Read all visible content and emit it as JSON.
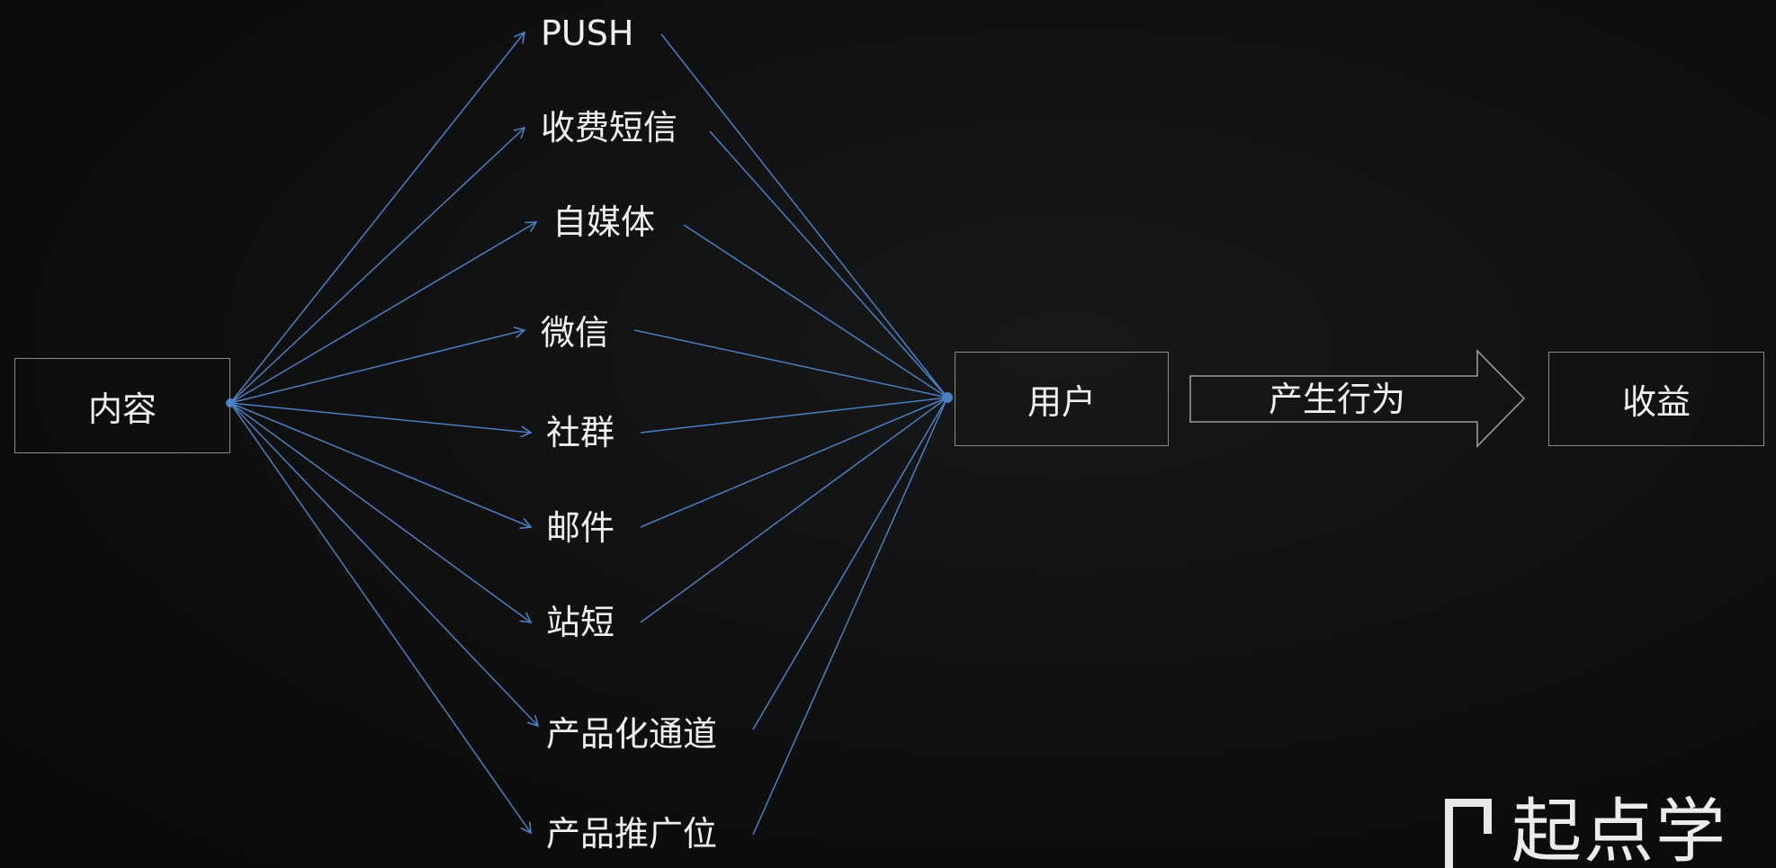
{
  "source_node": {
    "label": "内容"
  },
  "channels": [
    {
      "label": "PUSH"
    },
    {
      "label": "收费短信"
    },
    {
      "label": "自媒体"
    },
    {
      "label": "微信"
    },
    {
      "label": "社群"
    },
    {
      "label": "邮件"
    },
    {
      "label": "站短"
    },
    {
      "label": "产品化通道"
    },
    {
      "label": "产品推广位"
    }
  ],
  "user_node": {
    "label": "用户"
  },
  "action_arrow": {
    "label": "产生行为"
  },
  "result_node": {
    "label": "收益"
  },
  "logo": {
    "text": "起点学"
  },
  "colors": {
    "background": "#0f0f10",
    "connector": "#4a7fc1",
    "box_border": "#8c8c8c",
    "text": "#f2f2f2"
  }
}
